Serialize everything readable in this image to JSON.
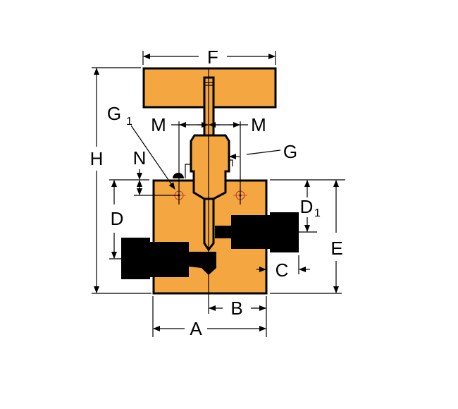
{
  "diagram": {
    "colors": {
      "body": "#F4A640",
      "port": "#000000",
      "line": "#000000"
    },
    "labels": {
      "F": "F",
      "H": "H",
      "G1_main": "G",
      "G1_sub": "1",
      "M_left": "M",
      "M_right": "M",
      "G": "G",
      "N": "N",
      "D": "D",
      "D1_main": "D",
      "D1_sub": "1",
      "E": "E",
      "C": "C",
      "B": "B",
      "A": "A"
    }
  }
}
